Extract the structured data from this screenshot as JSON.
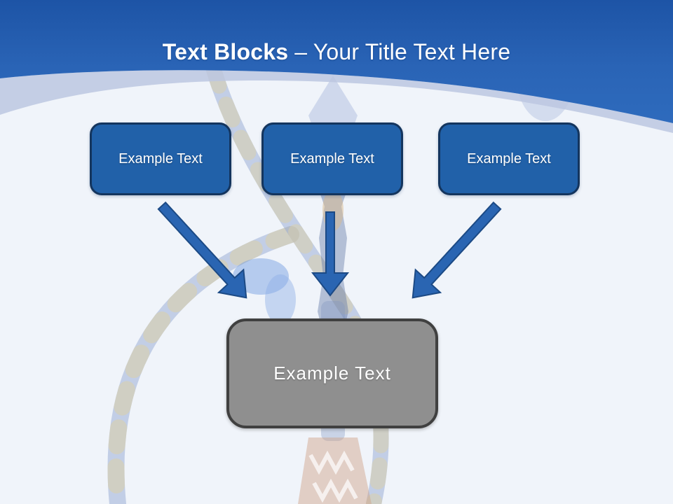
{
  "slide": {
    "title": {
      "bold": "Text Blocks",
      "rest": "– Your Title Text Here"
    },
    "top_boxes": [
      {
        "label": "Example Text"
      },
      {
        "label": "Example Text"
      },
      {
        "label": "Example Text"
      }
    ],
    "arrows": [
      {
        "direction": "down-right"
      },
      {
        "direction": "down"
      },
      {
        "direction": "down-left"
      }
    ],
    "center_box": {
      "label": "Example Text"
    },
    "colors": {
      "header_gradient_top": "#1d54a6",
      "header_gradient_bottom": "#2e6bbd",
      "curve_band": "#bcc7e1",
      "content_background": "#f0f4fa",
      "block_fill": "#2161a9",
      "block_border": "#14355e",
      "arrow_fill": "#2a65b2",
      "arrow_border": "#1c4a85",
      "center_fill": "#8f8f8f",
      "center_border": "#404040",
      "title_text": "#ffffff"
    }
  }
}
